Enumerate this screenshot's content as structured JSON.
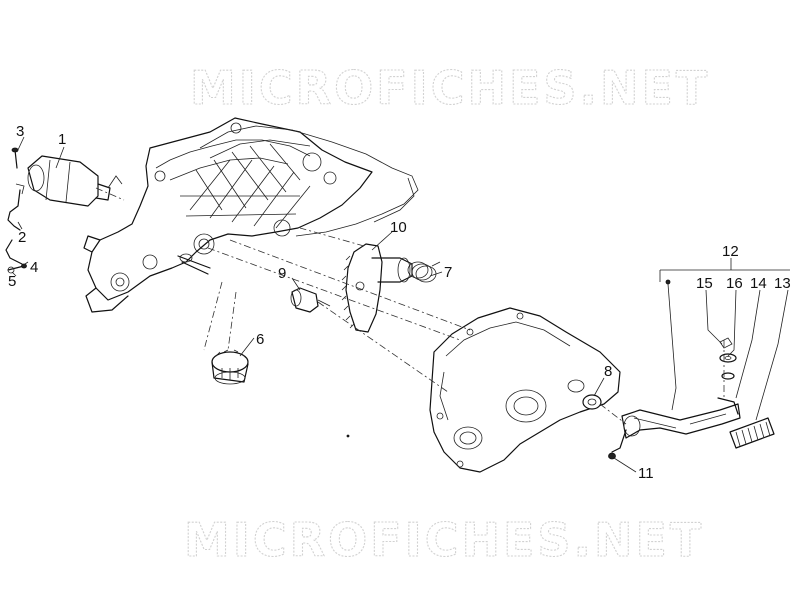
{
  "watermark": {
    "top": "MICROFICHES.NET",
    "bottom": "MICROFICHES.NET"
  },
  "callouts": {
    "c1": "1",
    "c2": "2",
    "c3": "3",
    "c4": "4",
    "c5": "5",
    "c6": "6",
    "c7": "7",
    "c8": "8",
    "c9": "9",
    "c10": "10",
    "c11": "11",
    "c12": "12",
    "c13": "13",
    "c14": "14",
    "c15": "15",
    "c16": "16"
  },
  "colors": {
    "line": "#111111",
    "watermark": "#d2d2d2",
    "background": "#ffffff"
  }
}
